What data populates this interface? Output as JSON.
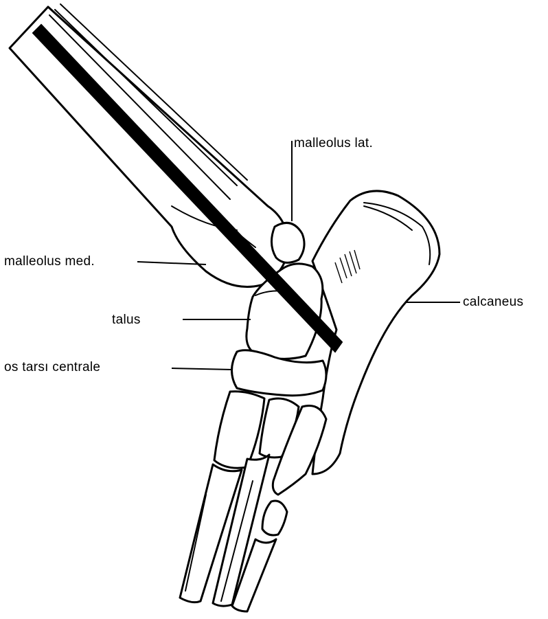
{
  "labels": {
    "malleolus_lat": "malleolus lat.",
    "malleolus_med": "malleolus med.",
    "talus": "talus",
    "os_tarsi_centrale": "os tarsı centrale",
    "calcaneus": "calcaneus"
  },
  "colors": {
    "ink": "#000000",
    "paper": "#ffffff"
  }
}
